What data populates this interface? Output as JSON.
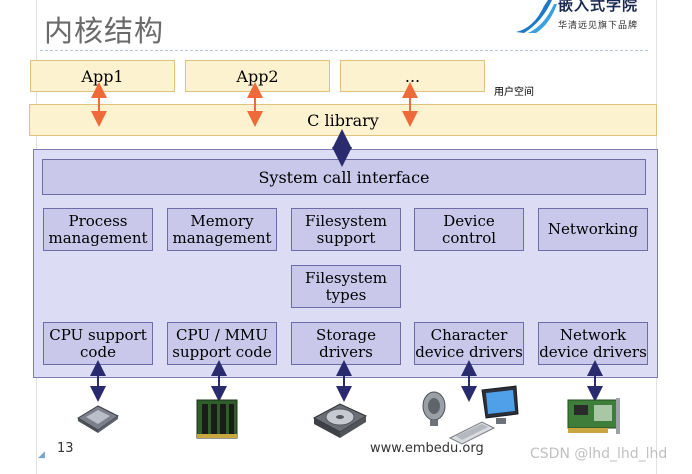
{
  "header": {
    "title": "内核结构",
    "logo_name": "嵌入式学院",
    "logo_tagline": "华清远见旗下品牌"
  },
  "user_space": {
    "apps": [
      "App1",
      "App2",
      "..."
    ],
    "label": "用户空间",
    "c_library": "C library"
  },
  "kernel": {
    "syscall": "System call interface",
    "row1": [
      [
        "Process",
        "management"
      ],
      [
        "Memory",
        "management"
      ],
      [
        "Filesystem",
        "support"
      ],
      [
        "Device",
        "control"
      ],
      [
        "Networking"
      ]
    ],
    "fs_types": [
      "Filesystem",
      "types"
    ],
    "row3": [
      [
        "CPU support",
        "code"
      ],
      [
        "CPU / MMU",
        "support code"
      ],
      [
        "Storage",
        "drivers"
      ],
      [
        "Character",
        "device drivers"
      ],
      [
        "Network",
        "device drivers"
      ]
    ]
  },
  "footer": {
    "page_number": "13",
    "url": "www.embedu.org",
    "watermark": "CSDN @lhd_lhd_lhd"
  },
  "colors": {
    "user_fill": "#fdf2cf",
    "kernel_fill": "#dddcf5",
    "box_fill": "#c9c7ea",
    "arrow_user": "#ee6a3a",
    "arrow_kernel": "#2a2a6e"
  }
}
